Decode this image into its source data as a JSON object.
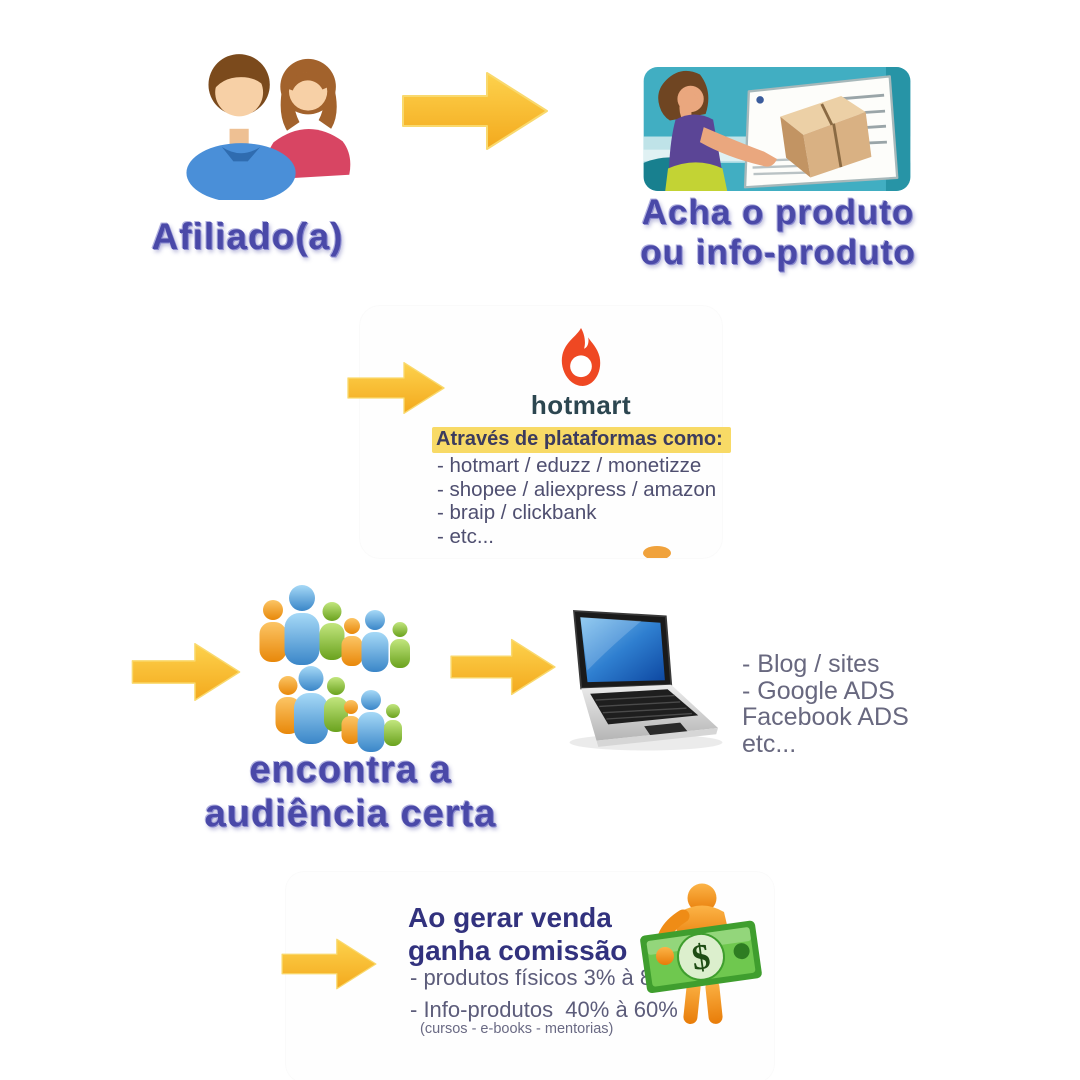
{
  "page": {
    "background": "#ffffff"
  },
  "step1": {
    "label": "Afiliado(a)",
    "icon": "people-pair-icon"
  },
  "step2": {
    "caption_line1": "Acha o produto",
    "caption_line2": "ou info-produto",
    "illustration": "product-from-screen-illustration"
  },
  "platforms": {
    "brand": "hotmart",
    "logo_icon": "hotmart-flame-icon",
    "header": "Através de plataformas como:",
    "items": [
      "- hotmart / eduzz / monetizze",
      "- shopee / aliexpress / amazon",
      "- braip / clickbank",
      "- etc..."
    ]
  },
  "step3": {
    "icon": "crowd-icon",
    "caption_line1": "encontra a",
    "caption_line2": "audiência certa"
  },
  "step4": {
    "icon": "laptop-icon",
    "channels": [
      "- Blog / sites",
      "- Google ADS",
      "Facebook ADS",
      "etc..."
    ]
  },
  "step5": {
    "icon": "money-person-icon",
    "title_line1": "Ao gerar venda",
    "title_line2": "ganha comissão",
    "items": [
      "- produtos físicos 3% à 8%",
      "- Info-produtos  40% à 60%"
    ],
    "note": "(cursos - e-books - mentorias)",
    "dollar": "$"
  },
  "colors": {
    "arrow_yellow": "#f6b92a",
    "arrow_yellow_light": "#fdd24d",
    "wordart_blue": "#4a49a8",
    "hotmart_red": "#ef4823",
    "hotmart_text": "#2c4650",
    "highlight_yellow": "#f8da66",
    "list_text": "#4f4f70",
    "commission_title": "#32327e",
    "money_green": "#4caf32",
    "figure_orange": "#f0921e",
    "figure_blue": "#4a90d0",
    "figure_green": "#7ab82e"
  }
}
